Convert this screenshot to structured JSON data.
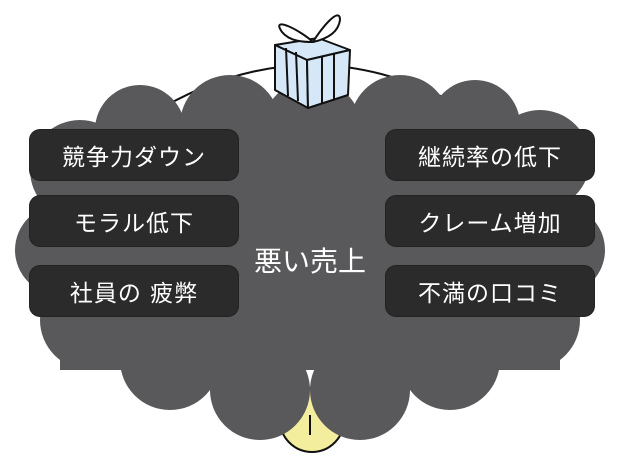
{
  "center_label": "悪い売上",
  "left_items": [
    "競争力ダウン",
    "モラル低下",
    "社員の 疲弊"
  ],
  "right_items": [
    "継続率の低下",
    "クレーム増加",
    "不満の口コミ"
  ],
  "colors": {
    "cloud": "#59595b",
    "tag": "#2b2b2b",
    "gift": "#d6e8f7",
    "bulb": "#f3ee9e"
  },
  "icons": [
    "gift-icon",
    "light-bulb-icon",
    "dark-cloud"
  ]
}
